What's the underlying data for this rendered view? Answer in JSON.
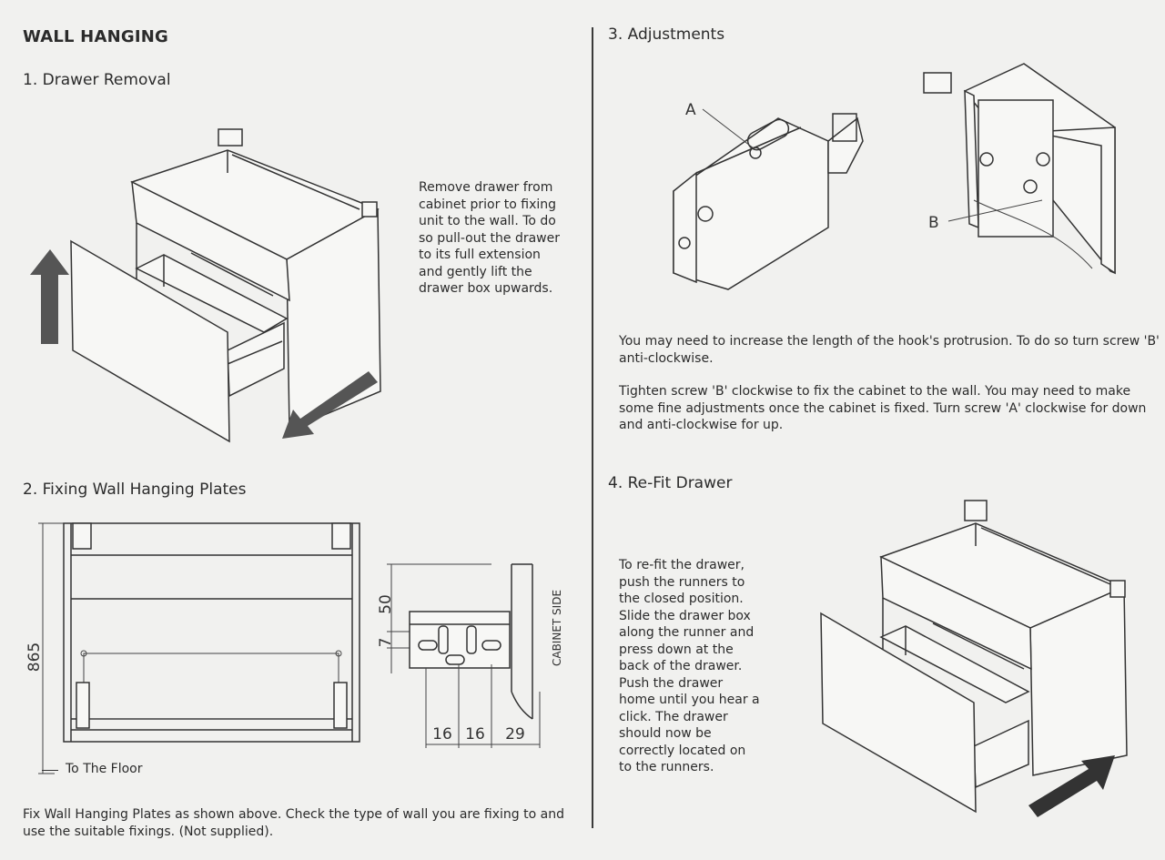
{
  "left": {
    "title": "WALL HANGING",
    "step1": {
      "heading": "1. Drawer Removal",
      "text": [
        "Remove drawer from",
        "cabinet prior to fixing",
        "unit to the wall. To do",
        "so pull-out the drawer",
        "to its full extension",
        "and gently lift the",
        "drawer box upwards."
      ]
    },
    "step2": {
      "heading": "2. Fixing Wall Hanging Plates",
      "dim_height": "865",
      "dim_50": "50",
      "dim_7": "7",
      "dim_16a": "16",
      "dim_16b": "16",
      "dim_29": "29",
      "cabinet_side": "CABINET SIDE",
      "floor_label": "To The Floor",
      "text": [
        "Fix Wall Hanging Plates as shown above. Check the type of wall you are fixing to and",
        "use the suitable fixings. (Not supplied)."
      ]
    }
  },
  "right": {
    "step3": {
      "heading": "3. Adjustments",
      "label_a": "A",
      "label_b": "B",
      "para1": [
        "You may need to increase the length of the hook's protrusion. To do so turn screw 'B'",
        "anti-clockwise."
      ],
      "para2": [
        "Tighten screw 'B' clockwise to fix the cabinet to the wall. You may need to make",
        "some fine adjustments once the cabinet is fixed. Turn screw 'A' clockwise for down",
        "and anti-clockwise for up."
      ]
    },
    "step4": {
      "heading": "4. Re-Fit Drawer",
      "text": [
        "To re-fit the drawer,",
        "push the runners to",
        "the closed position.",
        "Slide the drawer box",
        "along the runner and",
        "press down at the",
        "back of the drawer.",
        "Push the drawer",
        "home until you hear a",
        "click. The drawer",
        "should now be",
        "correctly located on",
        "to the runners."
      ]
    }
  }
}
